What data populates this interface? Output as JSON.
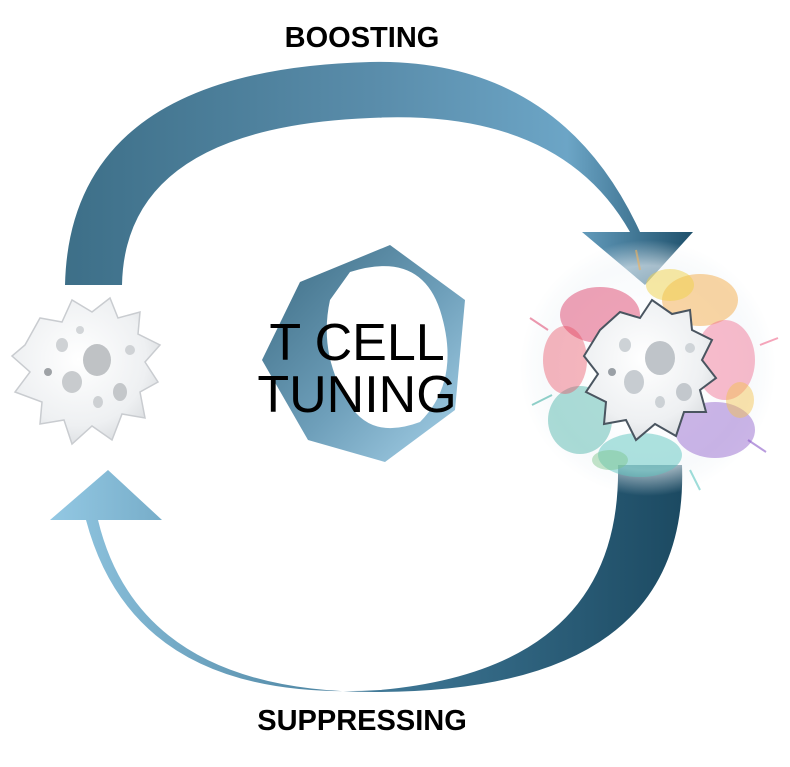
{
  "labels": {
    "top": "BOOSTING",
    "bottom": "SUPPRESSING"
  },
  "center": {
    "line1": "T CELL",
    "line2": "TUNING"
  },
  "colors": {
    "arrow_dark": "#1d4e66",
    "arrow_mid": "#3f7896",
    "arrow_light": "#8fc3de",
    "cell_fill": "#f1f2f3",
    "cell_spot": "#bfc2c5"
  },
  "icons": {
    "left_cell": "resting-t-cell-icon",
    "right_cell": "activated-t-cell-watercolor-icon",
    "center_shape": "rotating-hexagon-ring-icon"
  }
}
